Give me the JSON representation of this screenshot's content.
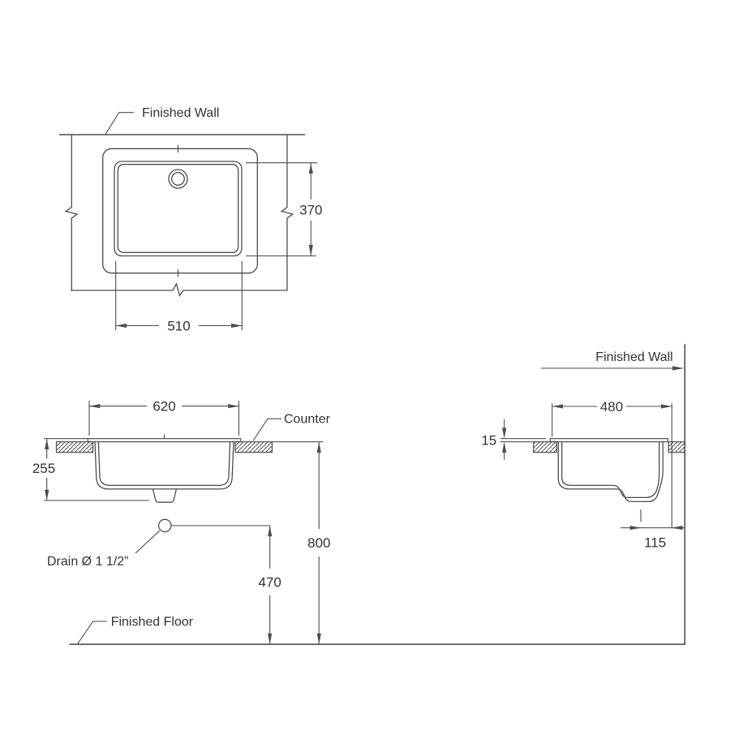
{
  "document": {
    "type": "sink installation dimensional drawing",
    "background_color": "#ffffff",
    "line_color": "#4d4d4d",
    "text_color": "#333333"
  },
  "top_view": {
    "wall_label": "Finished Wall",
    "dims": {
      "cutout_width": "510",
      "cutout_depth": "370"
    }
  },
  "front_view": {
    "counter_label": "Counter",
    "floor_label": "Finished Floor",
    "drain_label": "Drain Ø 1 1/2”",
    "dims": {
      "rim_width": "620",
      "bowl_depth": "255",
      "drain_height": "470",
      "counter_height": "800"
    }
  },
  "side_view": {
    "wall_label": "Finished Wall",
    "dims": {
      "rim_depth": "480",
      "rim_lip_height": "15",
      "drain_to_rim_back": "115"
    }
  }
}
